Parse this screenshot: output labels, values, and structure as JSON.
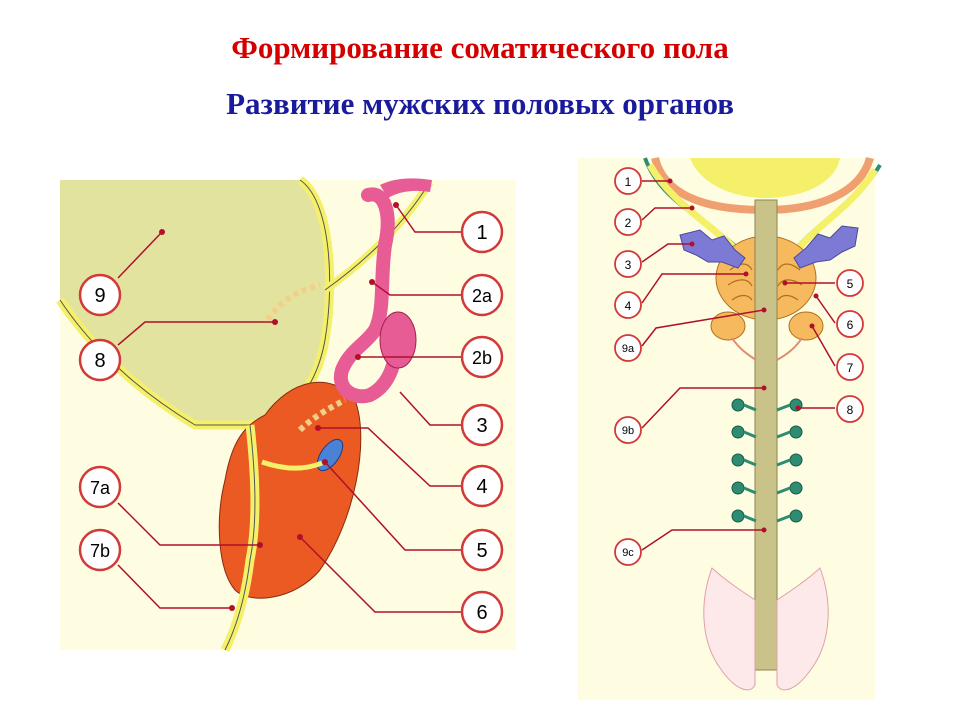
{
  "header": {
    "title": "Формирование соматического пола",
    "subtitle": "Развитие мужских половых органов"
  },
  "colors": {
    "title": "#d40000",
    "subtitle": "#1a1a9c",
    "panel_bg": "#fefde2",
    "bladder": "#e3e3a0",
    "duct_yellow": "#f5f06a",
    "prostate": "#ea5a22",
    "seminal": "#e85c96",
    "vessel_blue": "#4a82d6",
    "label_ring": "#d23a3a",
    "leader_line": "#b0102a",
    "urethra": "#c9c38a",
    "gland_orange": "#f6b95e",
    "gland_purple": "#7c7ad4",
    "teal_gland": "#2e8c72",
    "rectum_orange": "#f0a070",
    "glans_pink": "#f6c0c8"
  },
  "left_diagram": {
    "labels": [
      "1",
      "2a",
      "2b",
      "3",
      "4",
      "5",
      "6",
      "9",
      "8",
      "7a",
      "7b"
    ]
  },
  "right_diagram": {
    "labels": [
      "1",
      "2",
      "3",
      "4",
      "9a",
      "9b",
      "9c",
      "5",
      "6",
      "7",
      "8"
    ]
  }
}
